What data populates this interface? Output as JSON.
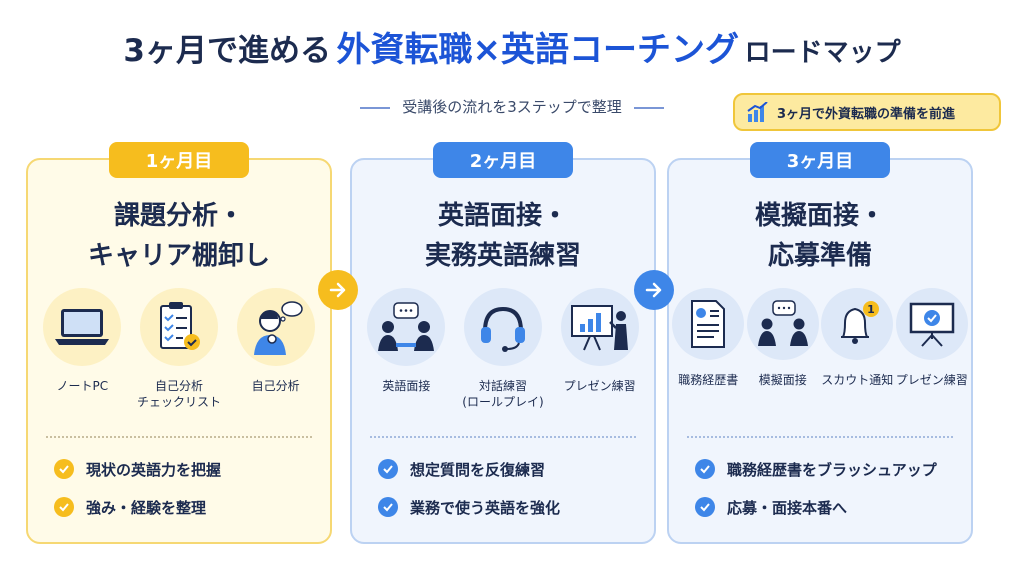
{
  "title": {
    "part1": "3ヶ月で進める",
    "part2": "外資転職×英語コーチング",
    "part3": "ロードマップ"
  },
  "subtitle": "受講後の流れを3ステップで整理",
  "badge": {
    "label": "3ヶ月で外資転職の準備を前進",
    "icon": "bar-chart-icon"
  },
  "colors": {
    "accent_yellow": "#f6bd1e",
    "accent_blue": "#3e86e8",
    "title_blue": "#1c54d6"
  },
  "steps": [
    {
      "month": "1ヶ月目",
      "title_line1": "課題分析・",
      "title_line2": "キャリア棚卸し",
      "icons": [
        {
          "name": "laptop-icon",
          "label": "ノートPC"
        },
        {
          "name": "checklist-icon",
          "label": "自己分析\nチェックリスト"
        },
        {
          "name": "thinking-person-icon",
          "label": "自己分析"
        }
      ],
      "checks": [
        "現状の英語力を把握",
        "強み・経験を整理"
      ]
    },
    {
      "month": "2ヶ月目",
      "title_line1": "英語面接・",
      "title_line2": "実務英語練習",
      "icons": [
        {
          "name": "interview-icon",
          "label": "英語面接"
        },
        {
          "name": "headset-icon",
          "label": "対話練習\n(ロールプレイ)"
        },
        {
          "name": "presentation-icon",
          "label": "プレゼン練習"
        }
      ],
      "checks": [
        "想定質問を反復練習",
        "業務で使う英語を強化"
      ]
    },
    {
      "month": "3ヶ月目",
      "title_line1": "模擬面接・",
      "title_line2": "応募準備",
      "icons": [
        {
          "name": "resume-icon",
          "label": "職務経歴書"
        },
        {
          "name": "mock-interview-icon",
          "label": "模擬面接"
        },
        {
          "name": "bell-notification-icon",
          "label": "スカウト通知",
          "badge": "1"
        },
        {
          "name": "presentation-board-icon",
          "label": "プレゼン練習"
        }
      ],
      "checks": [
        "職務経歴書をブラッシュアップ",
        "応募・面接本番へ"
      ]
    }
  ]
}
